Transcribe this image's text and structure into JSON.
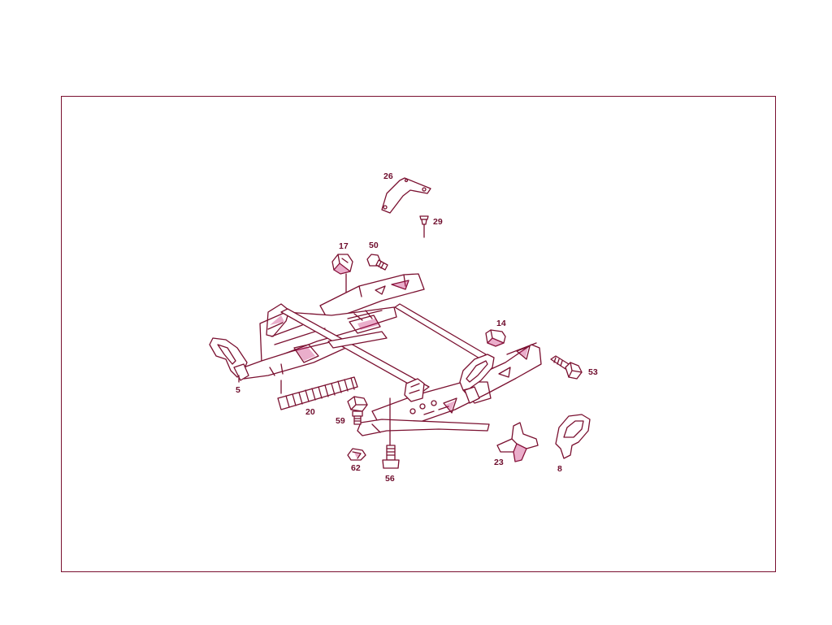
{
  "colors": {
    "line": "#7a1030",
    "label": "#6e0c2c",
    "background": "#ffffff"
  },
  "parts": [
    {
      "key": "p26",
      "number": "26",
      "name": "bracket-plate"
    },
    {
      "key": "p29",
      "number": "29",
      "name": "pin"
    },
    {
      "key": "p17",
      "number": "17",
      "name": "nut-clip"
    },
    {
      "key": "p50",
      "number": "50",
      "name": "bolt"
    },
    {
      "key": "p14",
      "number": "14",
      "name": "stop-buffer"
    },
    {
      "key": "p53",
      "number": "53",
      "name": "bolt"
    },
    {
      "key": "p5",
      "number": "5",
      "name": "front-handle"
    },
    {
      "key": "p20",
      "number": "20",
      "name": "spring"
    },
    {
      "key": "p59",
      "number": "59",
      "name": "hex-bolt"
    },
    {
      "key": "p62",
      "number": "62",
      "name": "clip-nut"
    },
    {
      "key": "p56",
      "number": "56",
      "name": "bolt"
    },
    {
      "key": "p23",
      "number": "23",
      "name": "star-knob"
    },
    {
      "key": "p8",
      "number": "8",
      "name": "handle-grip"
    }
  ]
}
